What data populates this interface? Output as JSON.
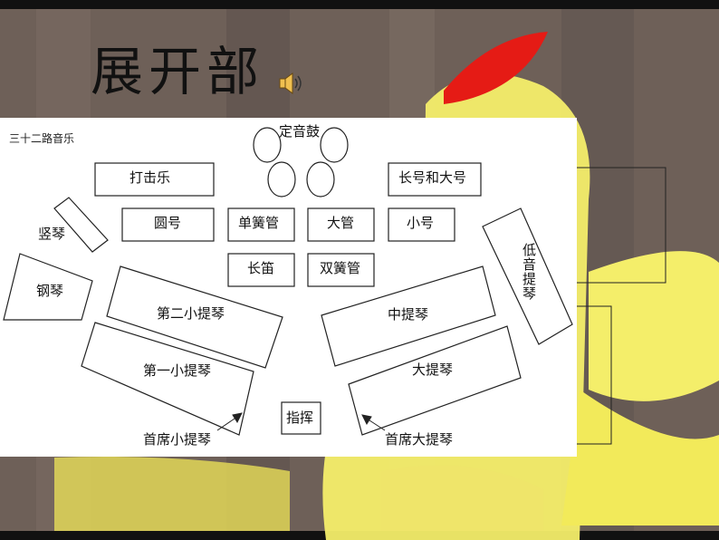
{
  "slide": {
    "title": "展开部"
  },
  "diagram": {
    "corner_label": "三十二路音乐",
    "timpani": "定音鼓",
    "percussion": "打击乐",
    "tuba_trumpet": "长号和大号",
    "horn": "圆号",
    "clarinet": "单簧管",
    "big_brass": "大管",
    "trumpet": "小号",
    "flute": "长笛",
    "oboe": "双簧管",
    "harp": "竖琴",
    "piano": "钢琴",
    "second_violin": "第二小提琴",
    "first_violin": "第一小提琴",
    "viola": "中提琴",
    "cello": "大提琴",
    "double_bass": "低音提琴",
    "conductor": "指挥",
    "concertmaster": "首席小提琴",
    "principal_cello": "首席大提琴"
  },
  "colors": {
    "background_brown": "#6e6058",
    "rooster_yellow": "#f4ee6a",
    "comb_red": "#e51b15"
  }
}
